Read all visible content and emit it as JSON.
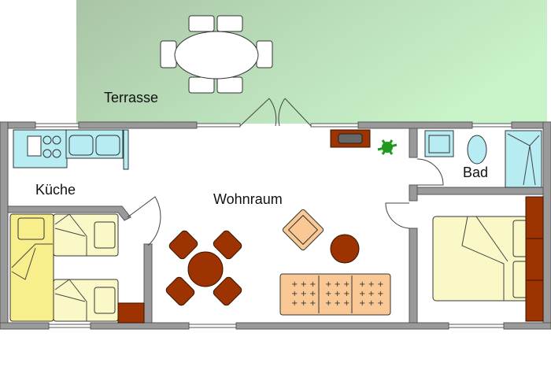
{
  "rooms": {
    "terrace": "Terrasse",
    "kitchen": "Küche",
    "living": "Wohnraum",
    "bath": "Bad"
  },
  "colors": {
    "terrace_left": "#a9c4a6",
    "terrace_right": "#c8f2c8",
    "wall": "#9a9a9a",
    "wood": "#9c3300",
    "kitchen_fixture": "#b7ecf2",
    "bed": "#fbf8c8",
    "sofa": "#f9c895",
    "plant": "#1f9a1f"
  }
}
